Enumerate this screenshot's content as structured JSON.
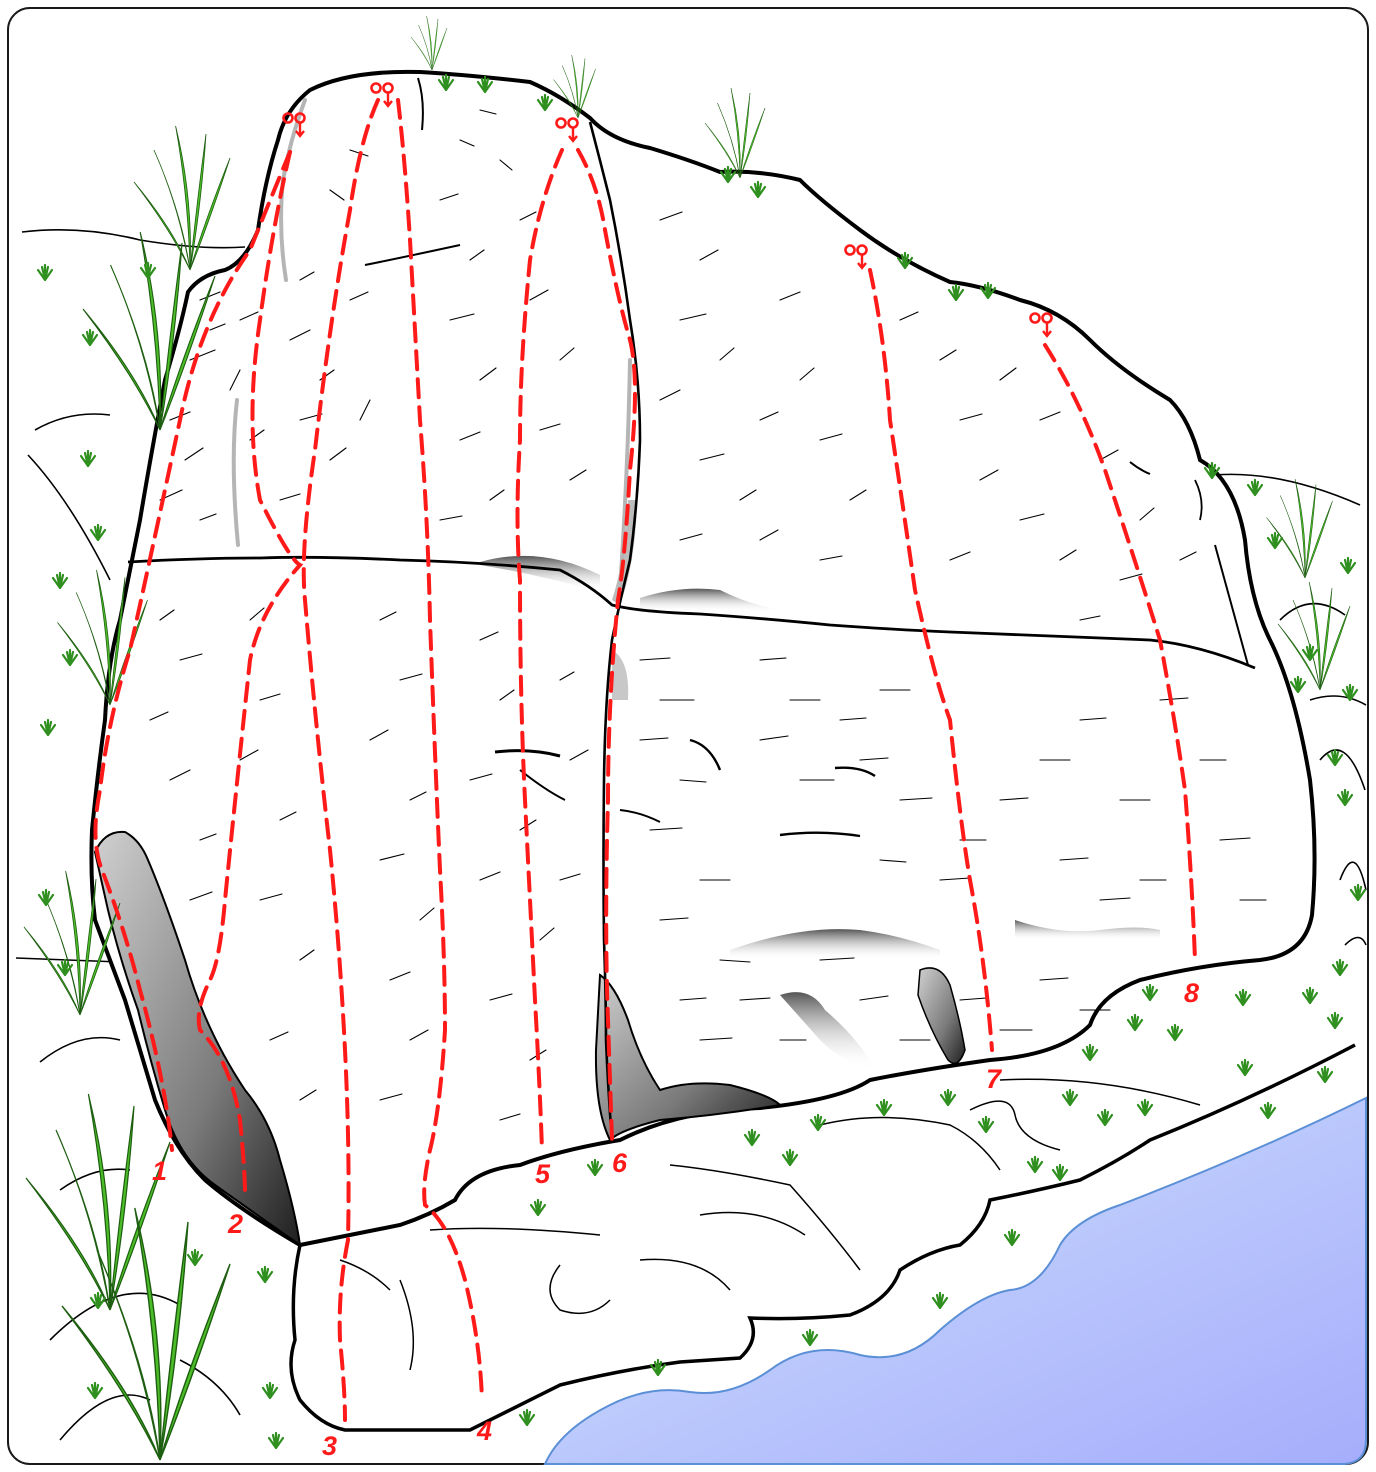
{
  "colors": {
    "route": "#ff1a1a",
    "rock_outline": "#000000",
    "water": "#a9b7fb",
    "grass": "#3fae2a",
    "background": "#ffffff"
  },
  "routes": [
    {
      "number": "1",
      "anchor": "double-bolt-anchor"
    },
    {
      "number": "2",
      "anchor": "double-bolt-anchor"
    },
    {
      "number": "3",
      "anchor": "double-bolt-anchor"
    },
    {
      "number": "4",
      "anchor": "double-bolt-anchor"
    },
    {
      "number": "5",
      "anchor": "double-bolt-anchor"
    },
    {
      "number": "6",
      "anchor": "double-bolt-anchor"
    },
    {
      "number": "7",
      "anchor": "double-bolt-anchor"
    },
    {
      "number": "8",
      "anchor": "double-bolt-anchor"
    }
  ],
  "icons": [
    "grass-tuft-icon",
    "anchor-bolt-icon",
    "water-area"
  ]
}
